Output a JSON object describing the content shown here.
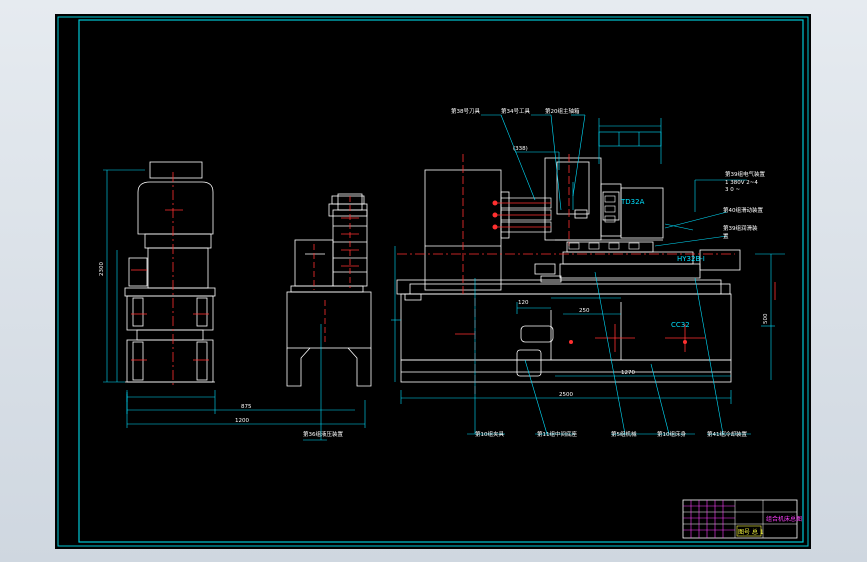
{
  "window": {
    "background": "#000000"
  },
  "colors": {
    "frame": "#00c8d6",
    "outline": "#ffffff",
    "center_line": "#ff3030",
    "leader": "#00e0ff",
    "dimension": "#00e0ff",
    "title_block_accent": "#ff40ff",
    "title_block_accent2": "#ffff40"
  },
  "drawing": {
    "machine_labels": {
      "top_left": "第38号刀具",
      "top_mid1": "第34号工具",
      "top_mid2": "第20组主轴箱",
      "right1": "第39组电气装置",
      "right1_sub1": "1 380V 2~4",
      "right1_sub2": "3 0 ~",
      "right2": "第40组滑动装置",
      "right3": "第39组润滑装",
      "right3_tail": "置",
      "bottom_left": "第36组液压装置",
      "bottom1": "第10组夹具",
      "bottom2": "第11组中间底座",
      "bottom3": "第5组机械",
      "bottom4": "第10组床身",
      "bottom5": "第41组冷却装置"
    },
    "model_labels": {
      "spindle": "TD32A",
      "slide": "HY32B-I",
      "base": "CC32"
    },
    "dimensions": {
      "d338": "(338)",
      "d120": "120",
      "d1200": "1200",
      "d2300": "2300",
      "d875": "875",
      "d2500": "2500",
      "d1270": "1270",
      "d250": "250",
      "d500": "500"
    },
    "title_block": {
      "title": "组合机床总图",
      "subtitle": "图号 总 1"
    }
  }
}
